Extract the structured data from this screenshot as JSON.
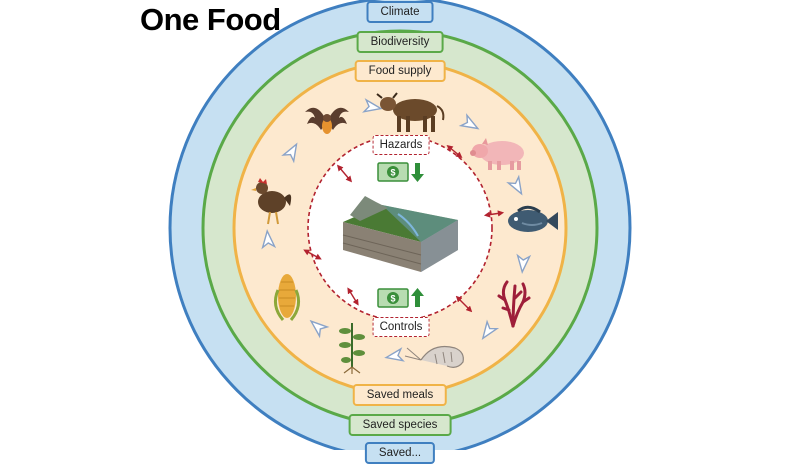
{
  "title": "One Food",
  "rings": {
    "outer": [
      "Climate",
      "Biodiversity",
      "Food supply"
    ],
    "bottom": [
      "Saved meals",
      "Saved species",
      "Saved..."
    ]
  },
  "center": {
    "top_label": "Hazards",
    "bottom_label": "Controls",
    "money_glyph": "$"
  },
  "cycle_items": [
    "cow-icon",
    "pig-icon",
    "fish-icon",
    "seaweed-icon",
    "shrimp-icon",
    "plant-icon",
    "corn-icon",
    "chicken-icon",
    "bat-icon"
  ],
  "colors": {
    "ring_blue": "#3f7fc0",
    "ring_blue_fill": "#c6e0f2",
    "ring_green": "#5aa948",
    "ring_green_fill": "#d6e7cd",
    "ring_orange": "#f0b347",
    "ring_orange_fill": "#fde9cf",
    "dashed_red": "#b2222f",
    "money_green": "#3a8f3a"
  }
}
